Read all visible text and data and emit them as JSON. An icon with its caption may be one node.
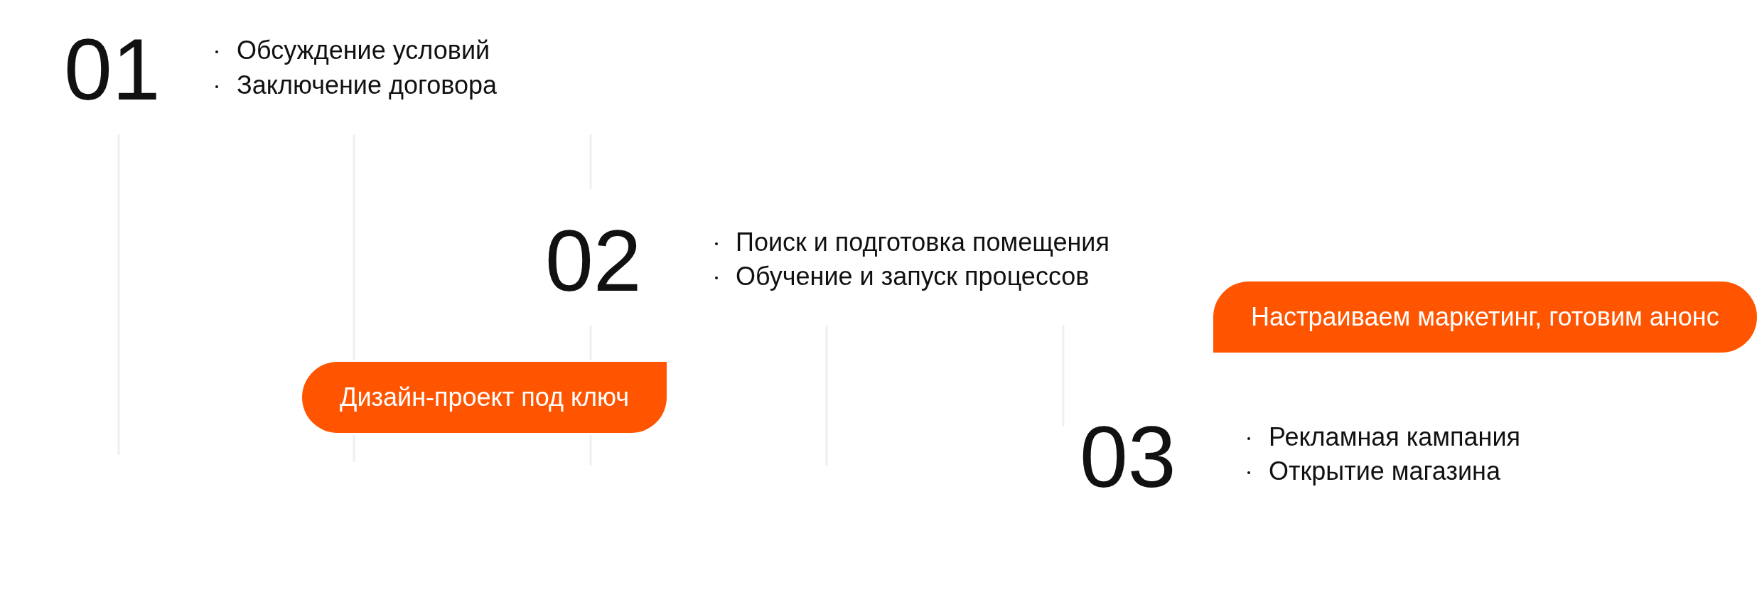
{
  "diagram": {
    "nodes": [
      {
        "text": [
          "Дизайн-проект под ключ"
        ]
      },
      {
        "text": [
          "Настраиваем маркетинг, готовим анонс"
        ]
      }
    ],
    "labels": [
      "01",
      "Обсуждение условий",
      "Заключение договора",
      "02",
      "Поиск и подготовка помещения",
      "Обучение и запуск процессов",
      "03",
      "Рекламная кампания",
      "Открытие магазина"
    ]
  }
}
